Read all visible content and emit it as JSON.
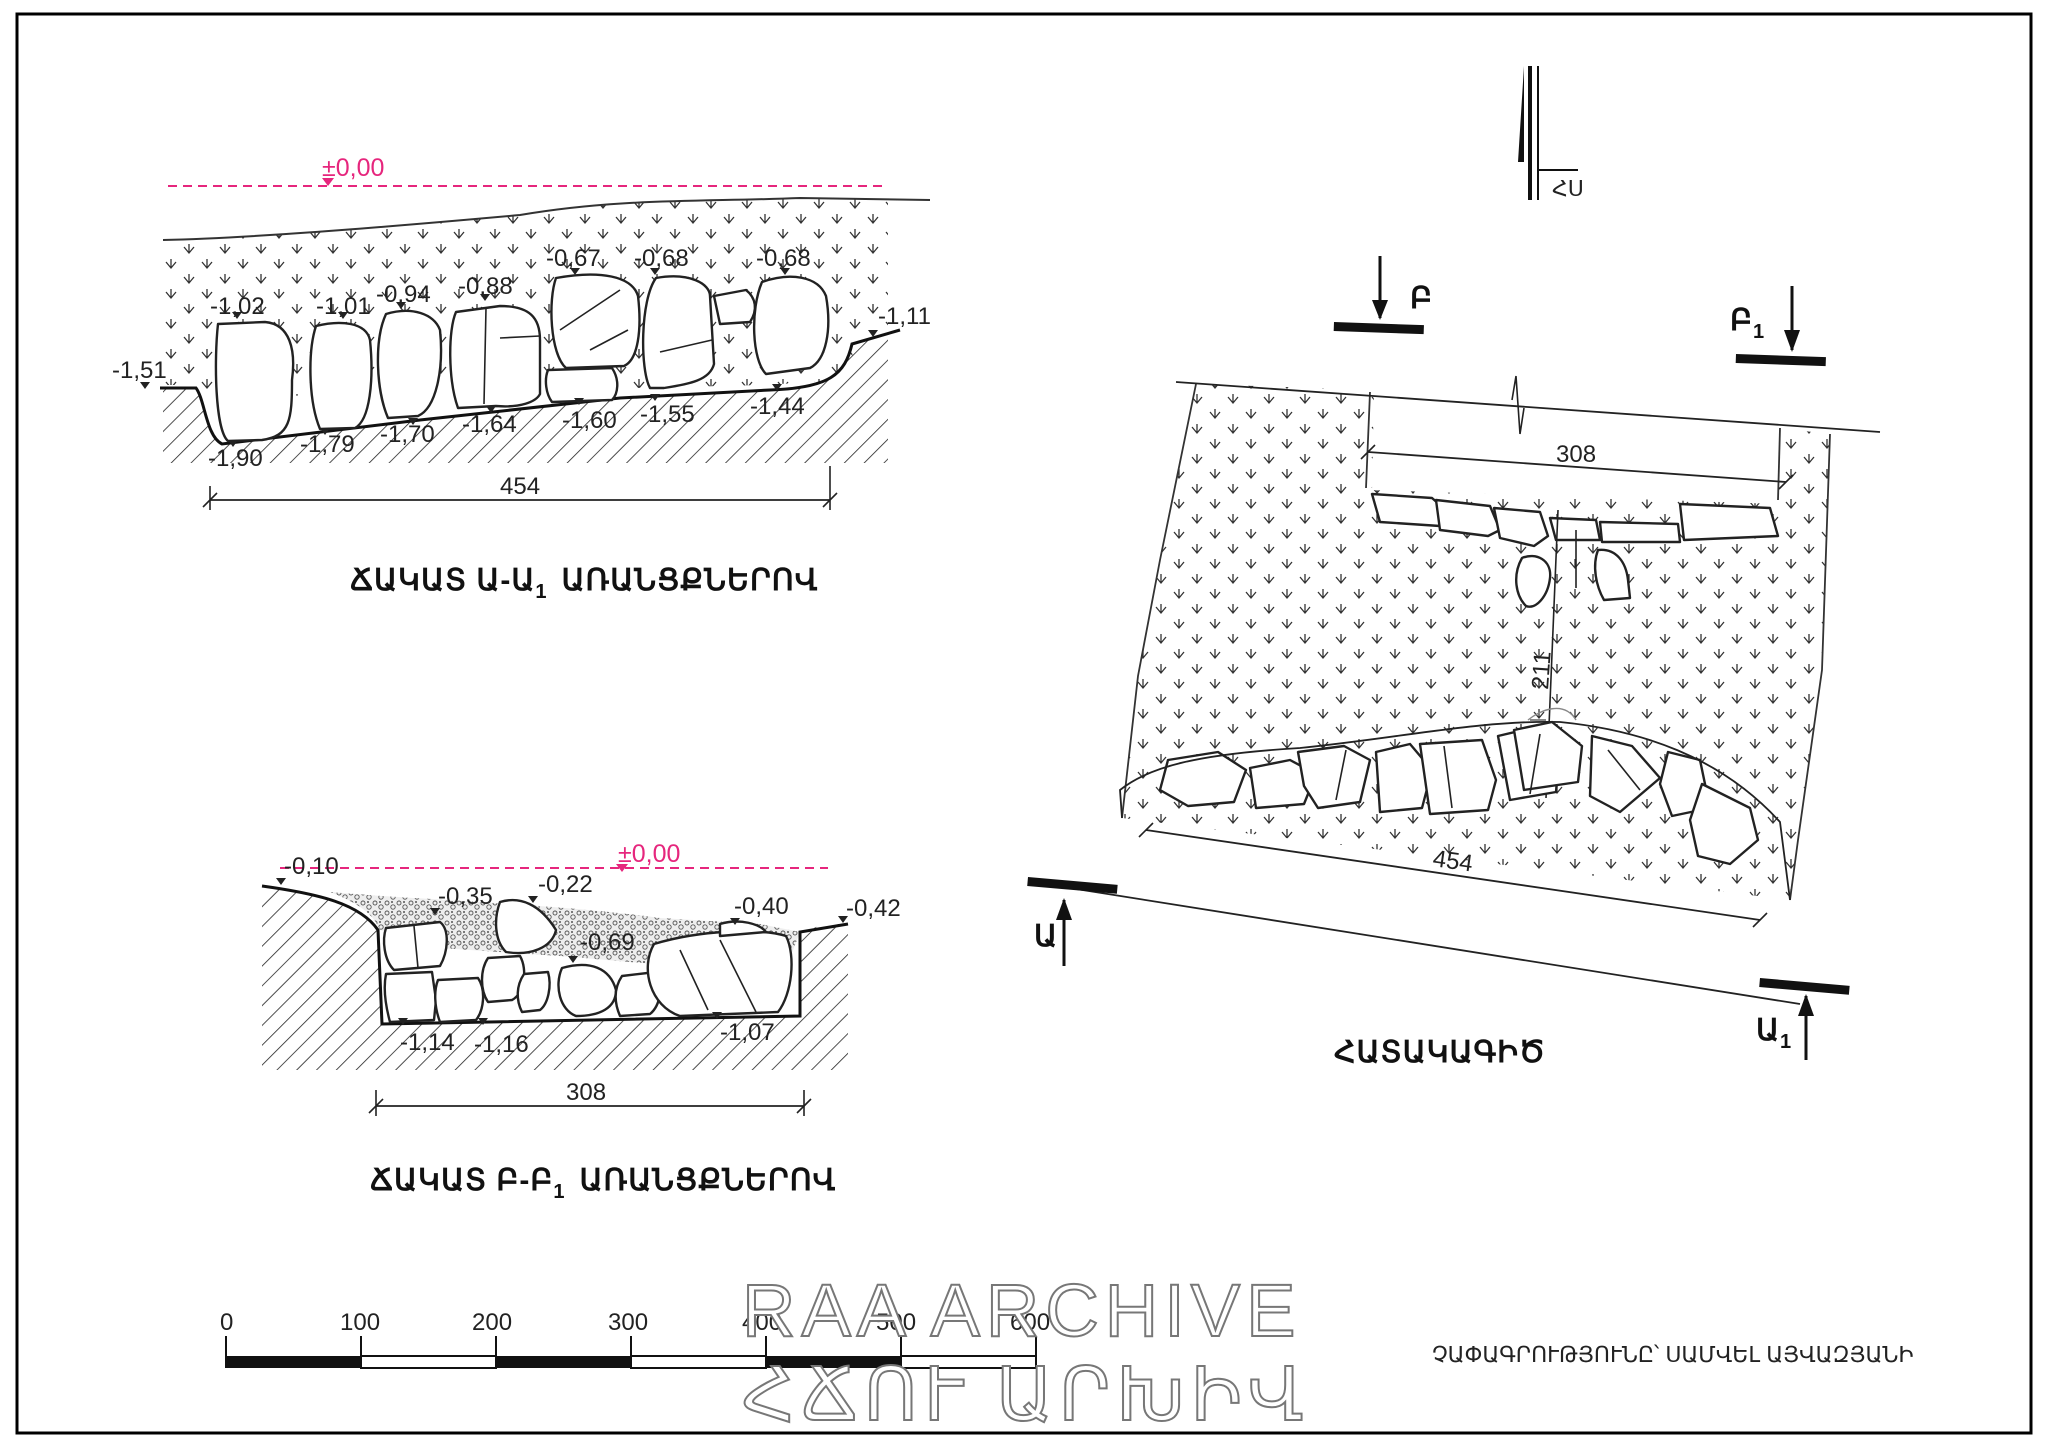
{
  "section_a": {
    "title": "ՃԱԿԱՏ Ա-Ա",
    "title_sub": "1",
    "title_tail": "ԱՌԱՆՑՔՆԵՐՈՎ",
    "datum": "±0,00",
    "width": "454",
    "top_marks": [
      "-1,02",
      "-1,01",
      "-0,94",
      "-0,88",
      "-0,67",
      "-0,68",
      "-0,68"
    ],
    "edge_left": "-1,51",
    "edge_right": "-1,11",
    "bottom_marks": [
      "-1,90",
      "-1,79",
      "-1,70",
      "-1,64",
      "-1,60",
      "-1,55",
      "-1,44"
    ]
  },
  "section_b": {
    "title": "ՃԱԿԱՏ Բ-Բ",
    "title_sub": "1",
    "title_tail": "ԱՌԱՆՑՔՆԵՐՈՎ",
    "datum": "±0,00",
    "width": "308",
    "marks": [
      "-0,10",
      "-0,35",
      "-0,22",
      "-0,40",
      "-0,42",
      "-0,69",
      "-1,14",
      "-1,16",
      "-1,07"
    ]
  },
  "plan": {
    "title": "ՀԱՏԱԿԱԳԻԾ",
    "north": "ՀՍ",
    "label_b": "Բ",
    "label_b1": "Բ",
    "label_b1_sub": "1",
    "label_a": "Ա",
    "label_a1": "Ա",
    "label_a1_sub": "1",
    "width_top": "308",
    "width_bottom": "454",
    "depth": "211"
  },
  "scale_bar": {
    "ticks": [
      "0",
      "100",
      "200",
      "300",
      "400",
      "500",
      "600"
    ]
  },
  "credit": "ՉԱՓԱԳՐՈՒԹՅՈՒՆԸ՝ ՍԱՄՎԵԼ ԱՅՎԱԶՅԱՆԻ",
  "watermark": {
    "line1": "RAA ARCHIVE",
    "line2": "ՀՃՈՒ ԱՐԽԻՎ"
  },
  "colors": {
    "datum": "#e6267d",
    "ink": "#222222",
    "frame": "#000000"
  }
}
